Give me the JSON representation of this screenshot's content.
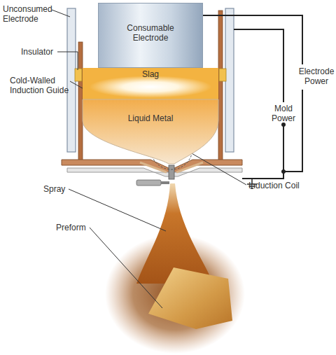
{
  "diagram": {
    "nodes": [
      {
        "text": [
          "Consumable Electrode"
        ]
      },
      {
        "text": [
          "Slag"
        ]
      },
      {
        "text": [
          "Liquid Metal"
        ]
      }
    ],
    "labels": [
      "Unconsumed Electrode",
      "Insulator",
      "Cold-Walled Induction Guide",
      "Spray",
      "Preform",
      "Electrode Power",
      "Mold Power",
      "Induction Coil"
    ]
  }
}
